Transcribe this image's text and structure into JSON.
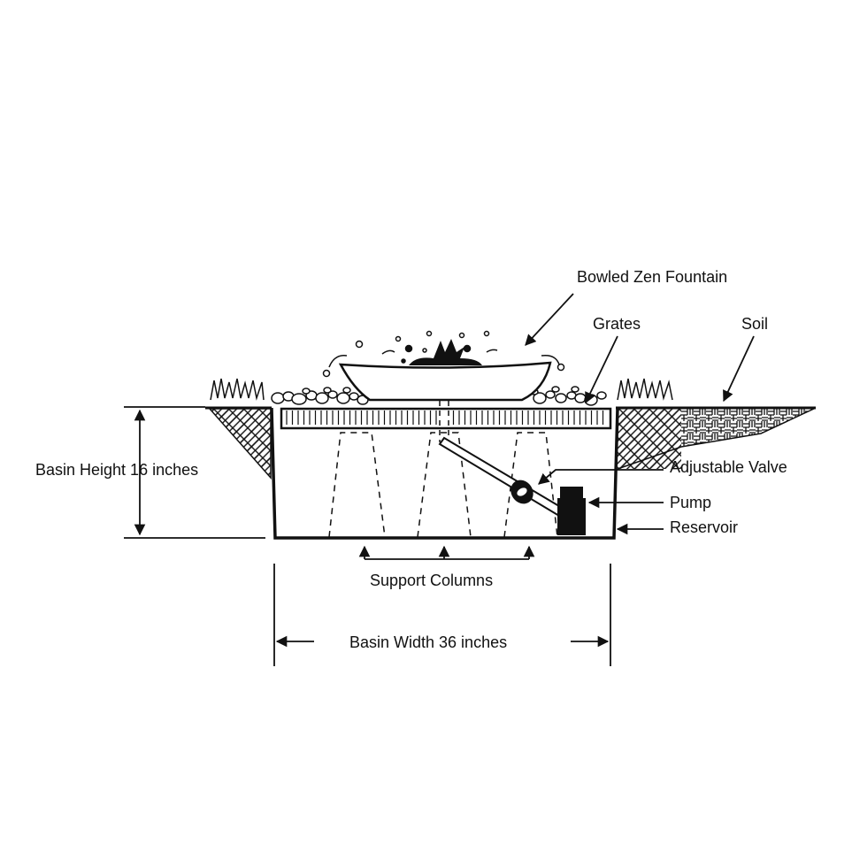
{
  "labels": {
    "fountain": "Bowled Zen Fountain",
    "grates": "Grates",
    "soil": "Soil",
    "height": "Basin Height 16 inches",
    "valve": "Adjustable Valve",
    "pump": "Pump",
    "reservoir": "Reservoir",
    "columns": "Support Columns",
    "width": "Basin Width 36 inches"
  },
  "colors": {
    "ink": "#111111",
    "background": "#ffffff"
  }
}
